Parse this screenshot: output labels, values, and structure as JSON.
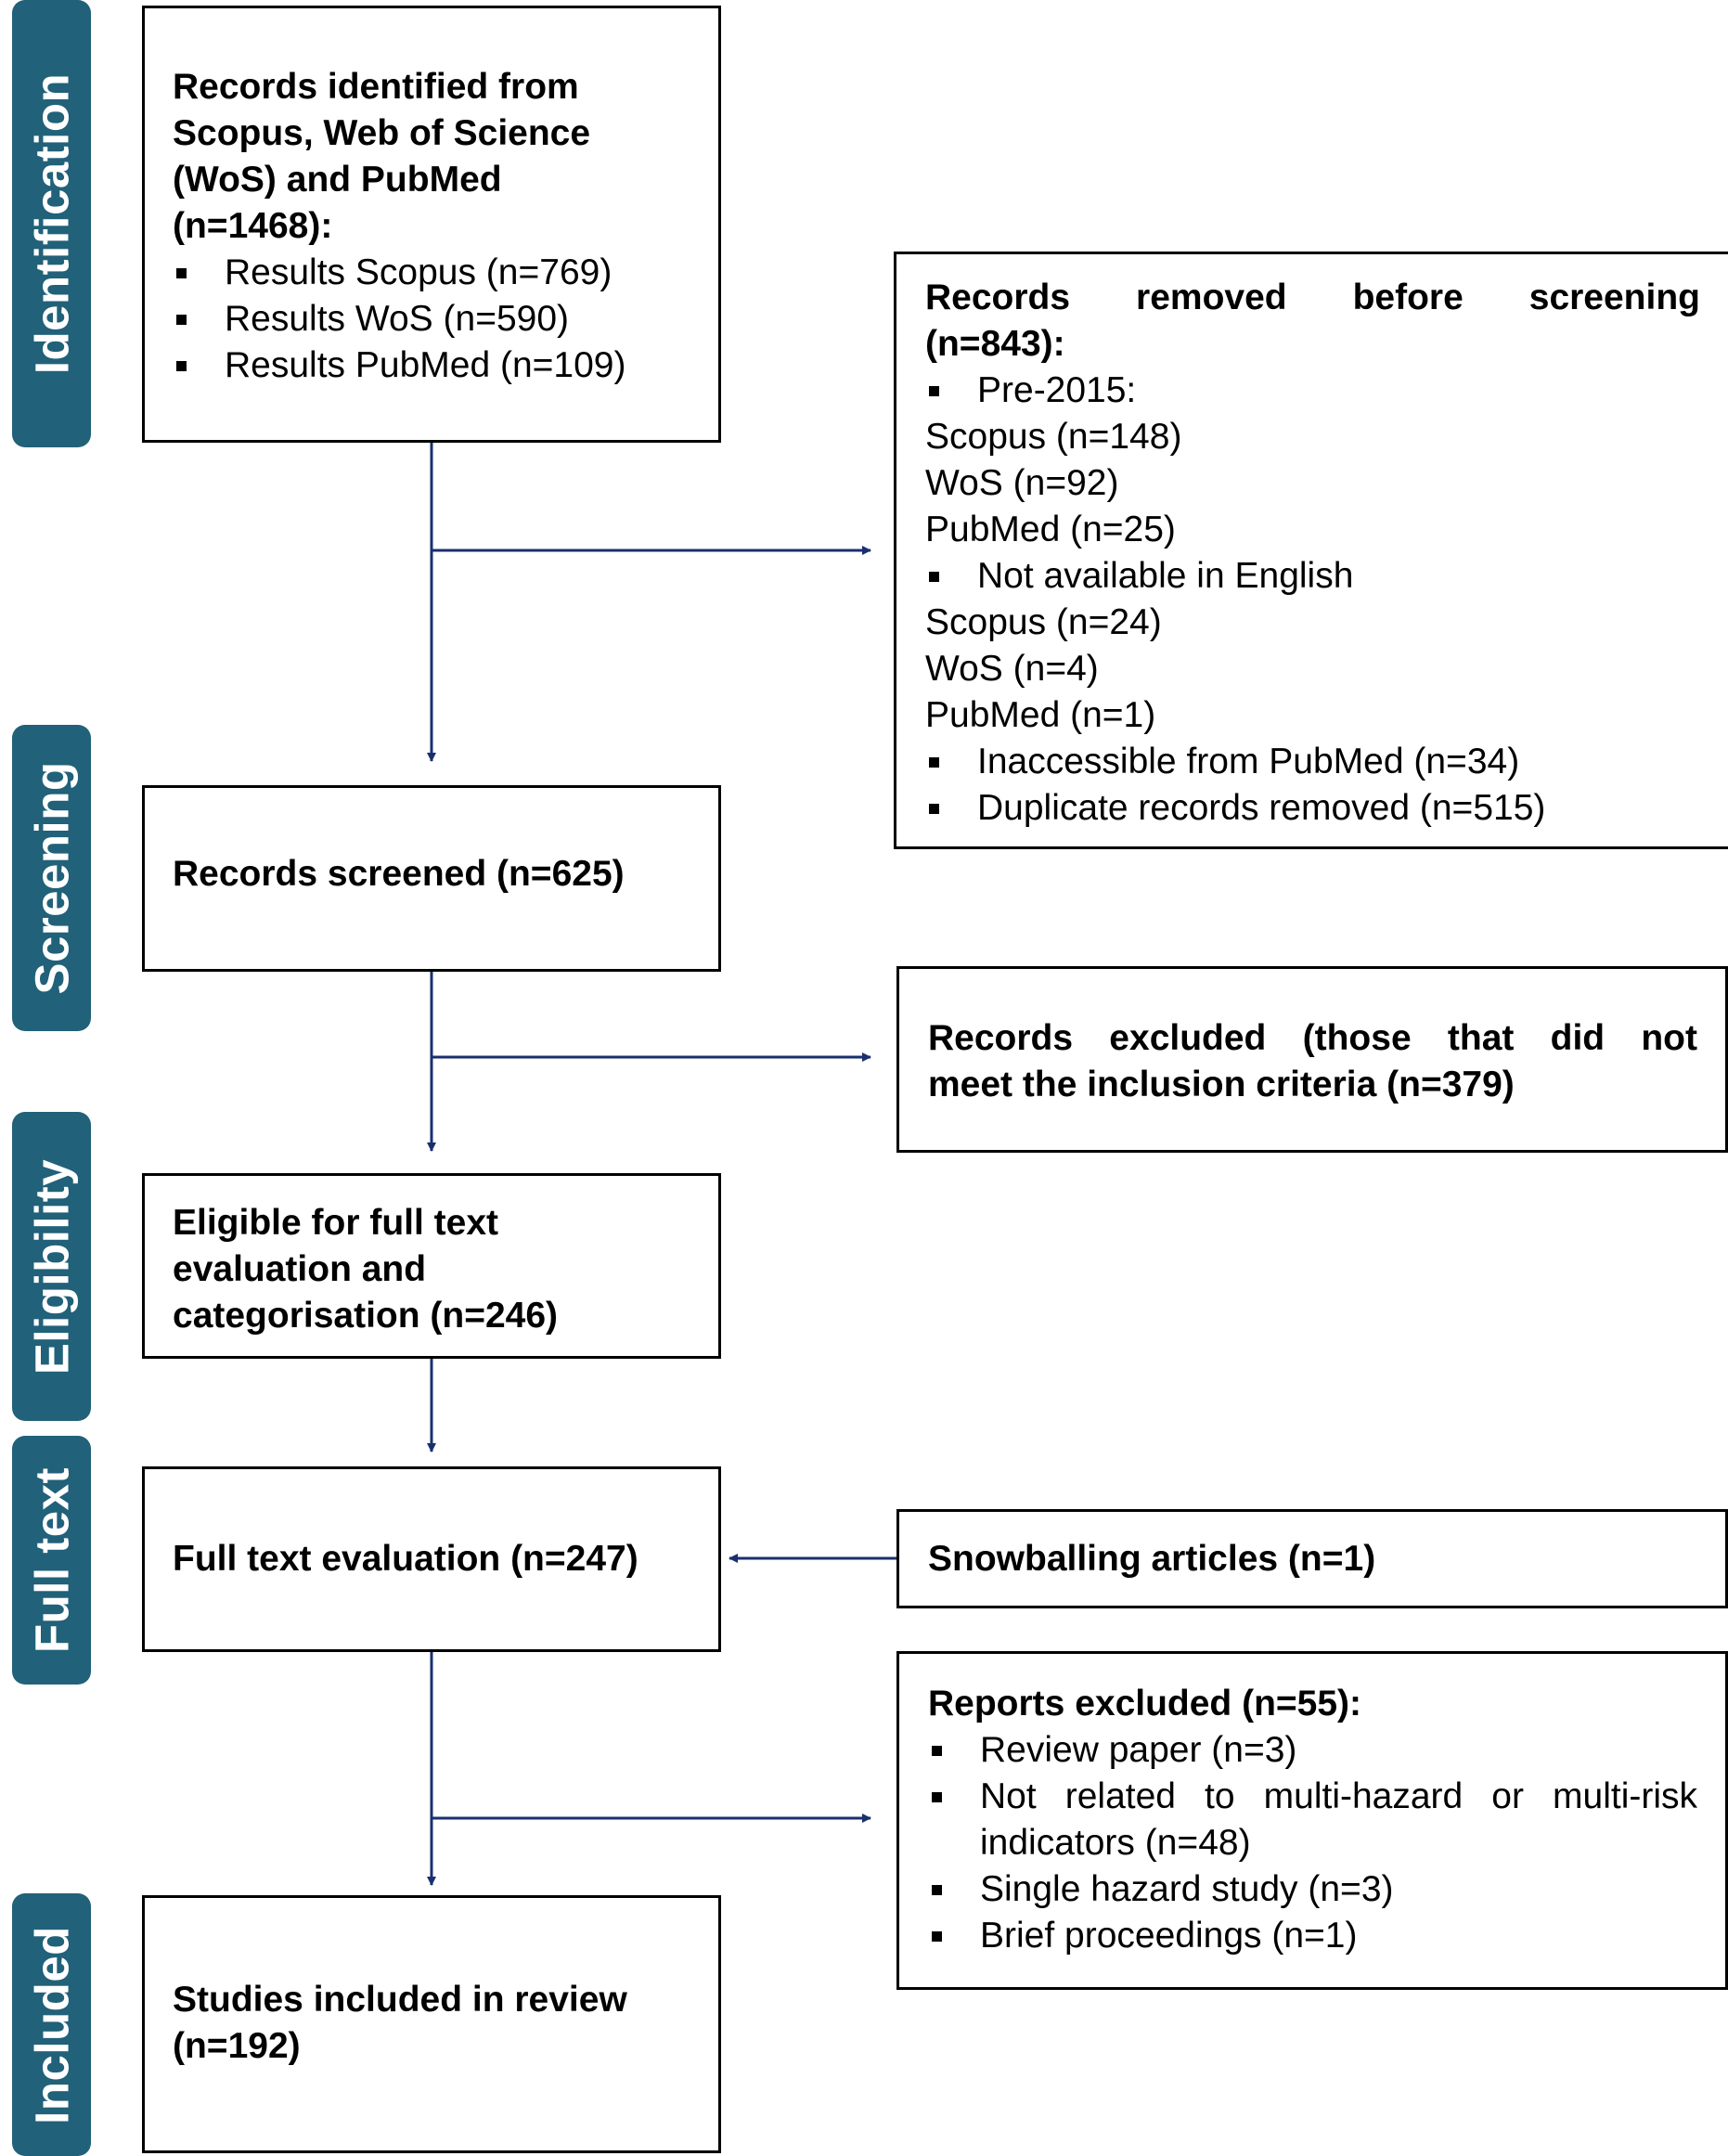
{
  "stages": [
    {
      "id": "identification",
      "label": "Identification"
    },
    {
      "id": "screening",
      "label": "Screening"
    },
    {
      "id": "eligibility",
      "label": "Eligibility"
    },
    {
      "id": "full-text",
      "label": "Full text"
    },
    {
      "id": "included",
      "label": "Included"
    }
  ],
  "boxes": {
    "identified": {
      "head": [
        "Records identified from",
        "Scopus, Web of Science",
        "(WoS) and PubMed",
        "(n=1468):"
      ],
      "items": [
        "Results Scopus (n=769)",
        "Results WoS (n=590)",
        "Results PubMed (n=109)"
      ]
    },
    "removed": {
      "head_line1_words": [
        "Records",
        "removed",
        "before",
        "screening"
      ],
      "head_line2": "(n=843):",
      "bullet_pre2015": "Pre-2015:",
      "pre2015": [
        "Scopus (n=148)",
        "WoS (n=92)",
        "PubMed (n=25)"
      ],
      "bullet_english": "Not available in English",
      "english": [
        "Scopus (n=24)",
        "WoS (n=4)",
        "PubMed (n=1)"
      ],
      "bullet_inaccessible": "Inaccessible from PubMed (n=34)",
      "bullet_duplicates": "Duplicate records removed (n=515)"
    },
    "screened": {
      "head": "Records screened (n=625)"
    },
    "excluded": {
      "line1": "Records excluded (those that did not",
      "line2": "meet the inclusion criteria (n=379)"
    },
    "eligible": {
      "head": [
        "Eligible for full text",
        "evaluation and",
        "categorisation (n=246)"
      ]
    },
    "fulltext": {
      "head": "Full text evaluation (n=247)"
    },
    "snowballing": {
      "head": "Snowballing articles (n=1)"
    },
    "reports": {
      "head": "Reports excluded (n=55):",
      "item_review": "Review paper (n=3)",
      "item_related_line1": "Not related to multi-hazard or multi-risk",
      "item_related_line2": "indicators (n=48)",
      "item_single": "Single hazard study (n=3)",
      "item_brief": "Brief proceedings (n=1)"
    },
    "included": {
      "head": [
        "Studies included in review",
        "(n=192)"
      ]
    }
  },
  "colors": {
    "stage_bg": "#216179",
    "arrow": "#1a2f6e"
  }
}
